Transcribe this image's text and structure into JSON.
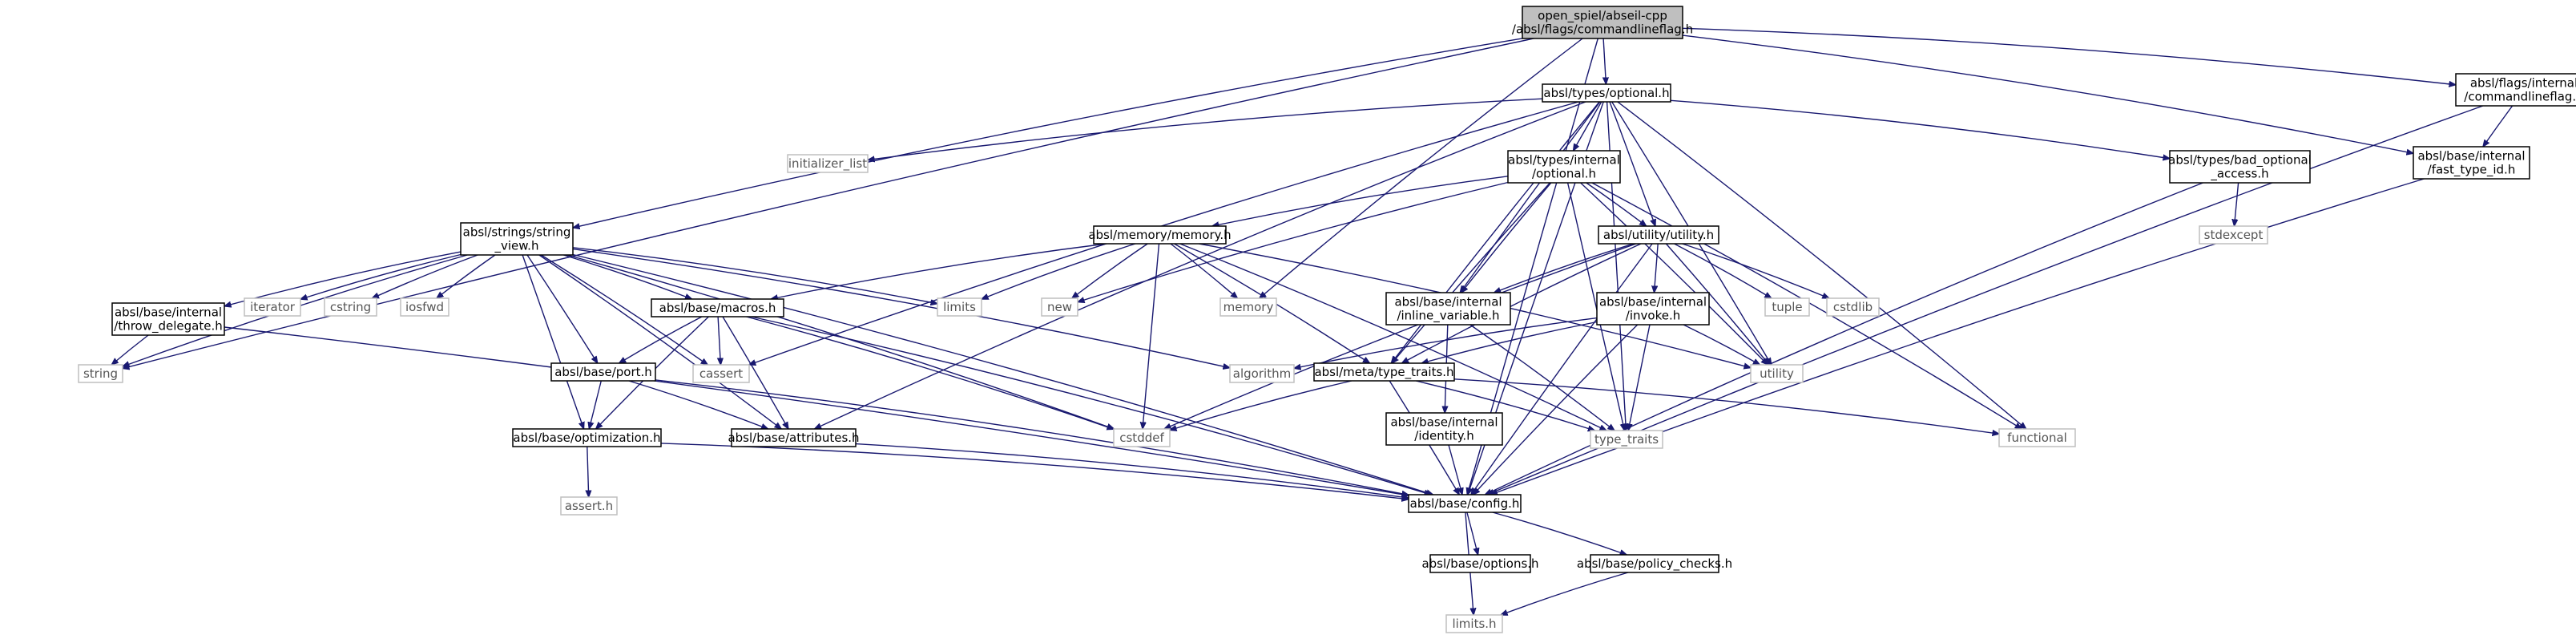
{
  "nodes": {
    "root": {
      "lines": [
        "open_spiel/abseil-cpp",
        "/absl/flags/commandlineflag.h"
      ],
      "kind": "root"
    },
    "optional": {
      "lines": [
        "absl/types/optional.h"
      ],
      "kind": "local"
    },
    "flags_int": {
      "lines": [
        "absl/flags/internal",
        "/commandlineflag.h"
      ],
      "kind": "local"
    },
    "fast_type": {
      "lines": [
        "absl/base/internal",
        "/fast_type_id.h"
      ],
      "kind": "local"
    },
    "string_view": {
      "lines": [
        "absl/strings/string",
        "_view.h"
      ],
      "kind": "local"
    },
    "opt_internal": {
      "lines": [
        "absl/types/internal",
        "/optional.h"
      ],
      "kind": "local"
    },
    "bad_opt": {
      "lines": [
        "absl/types/bad_optional",
        "_access.h"
      ],
      "kind": "local"
    },
    "memory_h": {
      "lines": [
        "absl/memory/memory.h"
      ],
      "kind": "local"
    },
    "utility_h": {
      "lines": [
        "absl/utility/utility.h"
      ],
      "kind": "local"
    },
    "throw_del": {
      "lines": [
        "absl/base/internal",
        "/throw_delegate.h"
      ],
      "kind": "local"
    },
    "macros": {
      "lines": [
        "absl/base/macros.h"
      ],
      "kind": "local"
    },
    "inline_var": {
      "lines": [
        "absl/base/internal",
        "/inline_variable.h"
      ],
      "kind": "local"
    },
    "invoke": {
      "lines": [
        "absl/base/internal",
        "/invoke.h"
      ],
      "kind": "local"
    },
    "port": {
      "lines": [
        "absl/base/port.h"
      ],
      "kind": "local"
    },
    "meta": {
      "lines": [
        "absl/meta/type_traits.h"
      ],
      "kind": "local"
    },
    "optimization": {
      "lines": [
        "absl/base/optimization.h"
      ],
      "kind": "local"
    },
    "attributes": {
      "lines": [
        "absl/base/attributes.h"
      ],
      "kind": "local"
    },
    "identity": {
      "lines": [
        "absl/base/internal",
        "/identity.h"
      ],
      "kind": "local"
    },
    "config": {
      "lines": [
        "absl/base/config.h"
      ],
      "kind": "local"
    },
    "options": {
      "lines": [
        "absl/base/options.h"
      ],
      "kind": "local"
    },
    "policy": {
      "lines": [
        "absl/base/policy_checks.h"
      ],
      "kind": "local"
    },
    "s_string": {
      "lines": [
        "string"
      ],
      "kind": "system"
    },
    "s_init": {
      "lines": [
        "initializer_list"
      ],
      "kind": "system"
    },
    "s_stdexcept": {
      "lines": [
        "stdexcept"
      ],
      "kind": "system"
    },
    "s_iterator": {
      "lines": [
        "iterator"
      ],
      "kind": "system"
    },
    "s_cstring": {
      "lines": [
        "cstring"
      ],
      "kind": "system"
    },
    "s_iosfwd": {
      "lines": [
        "iosfwd"
      ],
      "kind": "system"
    },
    "s_limits": {
      "lines": [
        "limits"
      ],
      "kind": "system"
    },
    "s_new": {
      "lines": [
        "new"
      ],
      "kind": "system"
    },
    "s_memory": {
      "lines": [
        "memory"
      ],
      "kind": "system"
    },
    "s_tuple": {
      "lines": [
        "tuple"
      ],
      "kind": "system"
    },
    "s_cstdlib": {
      "lines": [
        "cstdlib"
      ],
      "kind": "system"
    },
    "s_utility": {
      "lines": [
        "utility"
      ],
      "kind": "system"
    },
    "s_algorithm": {
      "lines": [
        "algorithm"
      ],
      "kind": "system"
    },
    "s_cassert": {
      "lines": [
        "cassert"
      ],
      "kind": "system"
    },
    "s_cstddef": {
      "lines": [
        "cstddef"
      ],
      "kind": "system"
    },
    "s_typetraits": {
      "lines": [
        "type_traits"
      ],
      "kind": "system"
    },
    "s_functional": {
      "lines": [
        "functional"
      ],
      "kind": "system"
    },
    "s_asserth": {
      "lines": [
        "assert.h"
      ],
      "kind": "system"
    },
    "s_limitsh": {
      "lines": [
        "limits.h"
      ],
      "kind": "system"
    }
  },
  "edges": [
    [
      "root",
      "optional"
    ],
    [
      "root",
      "flags_int"
    ],
    [
      "root",
      "fast_type"
    ],
    [
      "root",
      "string_view"
    ],
    [
      "root",
      "s_string"
    ],
    [
      "root",
      "s_memory"
    ],
    [
      "root",
      "config"
    ],
    [
      "optional",
      "opt_internal"
    ],
    [
      "optional",
      "bad_opt"
    ],
    [
      "optional",
      "utility_h"
    ],
    [
      "optional",
      "s_init"
    ],
    [
      "optional",
      "s_cassert"
    ],
    [
      "optional",
      "s_functional"
    ],
    [
      "optional",
      "s_typetraits"
    ],
    [
      "optional",
      "s_utility"
    ],
    [
      "optional",
      "config"
    ],
    [
      "optional",
      "attributes"
    ],
    [
      "optional",
      "inline_var"
    ],
    [
      "optional",
      "meta"
    ],
    [
      "flags_int",
      "fast_type"
    ],
    [
      "flags_int",
      "config"
    ],
    [
      "fast_type",
      "config"
    ],
    [
      "bad_opt",
      "s_stdexcept"
    ],
    [
      "bad_opt",
      "config"
    ],
    [
      "opt_internal",
      "memory_h"
    ],
    [
      "opt_internal",
      "utility_h"
    ],
    [
      "opt_internal",
      "inline_var"
    ],
    [
      "opt_internal",
      "meta"
    ],
    [
      "opt_internal",
      "s_new"
    ],
    [
      "opt_internal",
      "s_functional"
    ],
    [
      "opt_internal",
      "s_typetraits"
    ],
    [
      "opt_internal",
      "s_utility"
    ],
    [
      "string_view",
      "throw_del"
    ],
    [
      "string_view",
      "macros"
    ],
    [
      "string_view",
      "port"
    ],
    [
      "string_view",
      "optimization"
    ],
    [
      "string_view",
      "attributes"
    ],
    [
      "string_view",
      "config"
    ],
    [
      "string_view",
      "s_string"
    ],
    [
      "string_view",
      "s_iterator"
    ],
    [
      "string_view",
      "s_cstring"
    ],
    [
      "string_view",
      "s_iosfwd"
    ],
    [
      "string_view",
      "s_limits"
    ],
    [
      "string_view",
      "s_algorithm"
    ],
    [
      "string_view",
      "s_cassert"
    ],
    [
      "string_view",
      "s_cstddef"
    ],
    [
      "memory_h",
      "macros"
    ],
    [
      "memory_h",
      "meta"
    ],
    [
      "memory_h",
      "s_limits"
    ],
    [
      "memory_h",
      "s_new"
    ],
    [
      "memory_h",
      "s_memory"
    ],
    [
      "memory_h",
      "s_cstddef"
    ],
    [
      "memory_h",
      "s_typetraits"
    ],
    [
      "memory_h",
      "s_utility"
    ],
    [
      "utility_h",
      "inline_var"
    ],
    [
      "utility_h",
      "invoke"
    ],
    [
      "utility_h",
      "meta"
    ],
    [
      "utility_h",
      "s_tuple"
    ],
    [
      "utility_h",
      "s_cstdlib"
    ],
    [
      "utility_h",
      "s_utility"
    ],
    [
      "utility_h",
      "s_cstddef"
    ],
    [
      "utility_h",
      "config"
    ],
    [
      "throw_del",
      "s_string"
    ],
    [
      "throw_del",
      "config"
    ],
    [
      "macros",
      "port"
    ],
    [
      "macros",
      "optimization"
    ],
    [
      "macros",
      "attributes"
    ],
    [
      "macros",
      "config"
    ],
    [
      "macros",
      "s_cassert"
    ],
    [
      "macros",
      "s_cstddef"
    ],
    [
      "inline_var",
      "identity"
    ],
    [
      "inline_var",
      "s_typetraits"
    ],
    [
      "invoke",
      "meta"
    ],
    [
      "invoke",
      "s_algorithm"
    ],
    [
      "invoke",
      "s_utility"
    ],
    [
      "invoke",
      "s_typetraits"
    ],
    [
      "invoke",
      "config"
    ],
    [
      "port",
      "optimization"
    ],
    [
      "port",
      "attributes"
    ],
    [
      "port",
      "config"
    ],
    [
      "meta",
      "config"
    ],
    [
      "meta",
      "s_cstddef"
    ],
    [
      "meta",
      "s_typetraits"
    ],
    [
      "meta",
      "s_functional"
    ],
    [
      "optimization",
      "s_asserth"
    ],
    [
      "optimization",
      "config"
    ],
    [
      "attributes",
      "config"
    ],
    [
      "identity",
      "config"
    ],
    [
      "config",
      "options"
    ],
    [
      "config",
      "policy"
    ],
    [
      "config",
      "s_limitsh"
    ],
    [
      "policy",
      "s_limitsh"
    ]
  ]
}
